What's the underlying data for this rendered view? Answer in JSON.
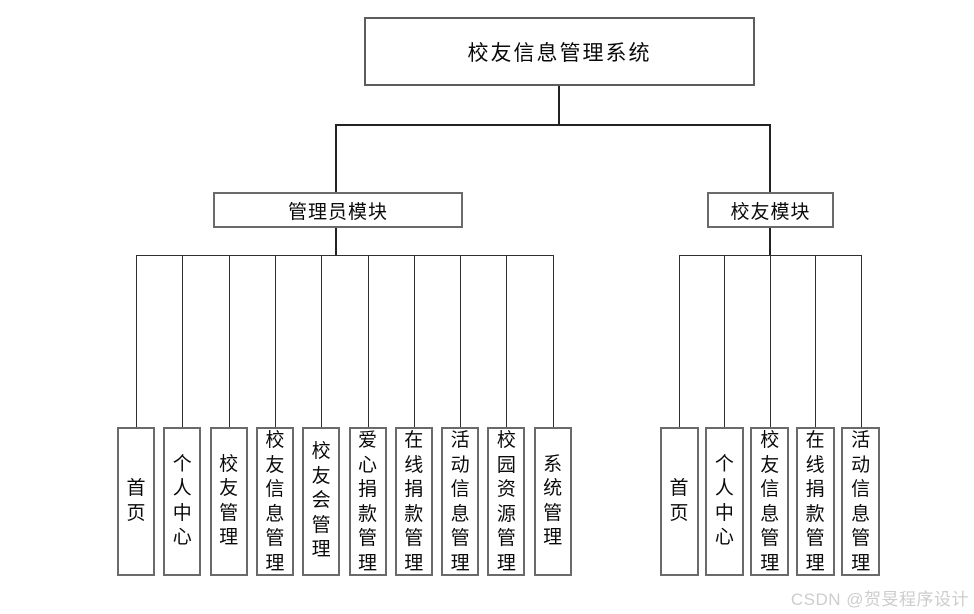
{
  "diagram": {
    "root": {
      "label": "校友信息管理系统"
    },
    "branches": [
      {
        "label": "管理员模块",
        "children": [
          "首页",
          "个人中心",
          "校友管理",
          "校友信息管理",
          "校友会管理",
          "爱心捐款管理",
          "在线捐款管理",
          "活动信息管理",
          "校园资源管理",
          "系统管理"
        ]
      },
      {
        "label": "校友模块",
        "children": [
          "首页",
          "个人中心",
          "校友信息管理",
          "在线捐款管理",
          "活动信息管理"
        ]
      }
    ]
  },
  "watermark": {
    "text": "CSDN @贺旻程序设计"
  },
  "colors": {
    "background": "#ffffff",
    "box_border": "#6a6a6a",
    "connector_line": "#2f2f2f",
    "text": "#0a0a0a",
    "watermark_text": "#cdcdcd"
  }
}
